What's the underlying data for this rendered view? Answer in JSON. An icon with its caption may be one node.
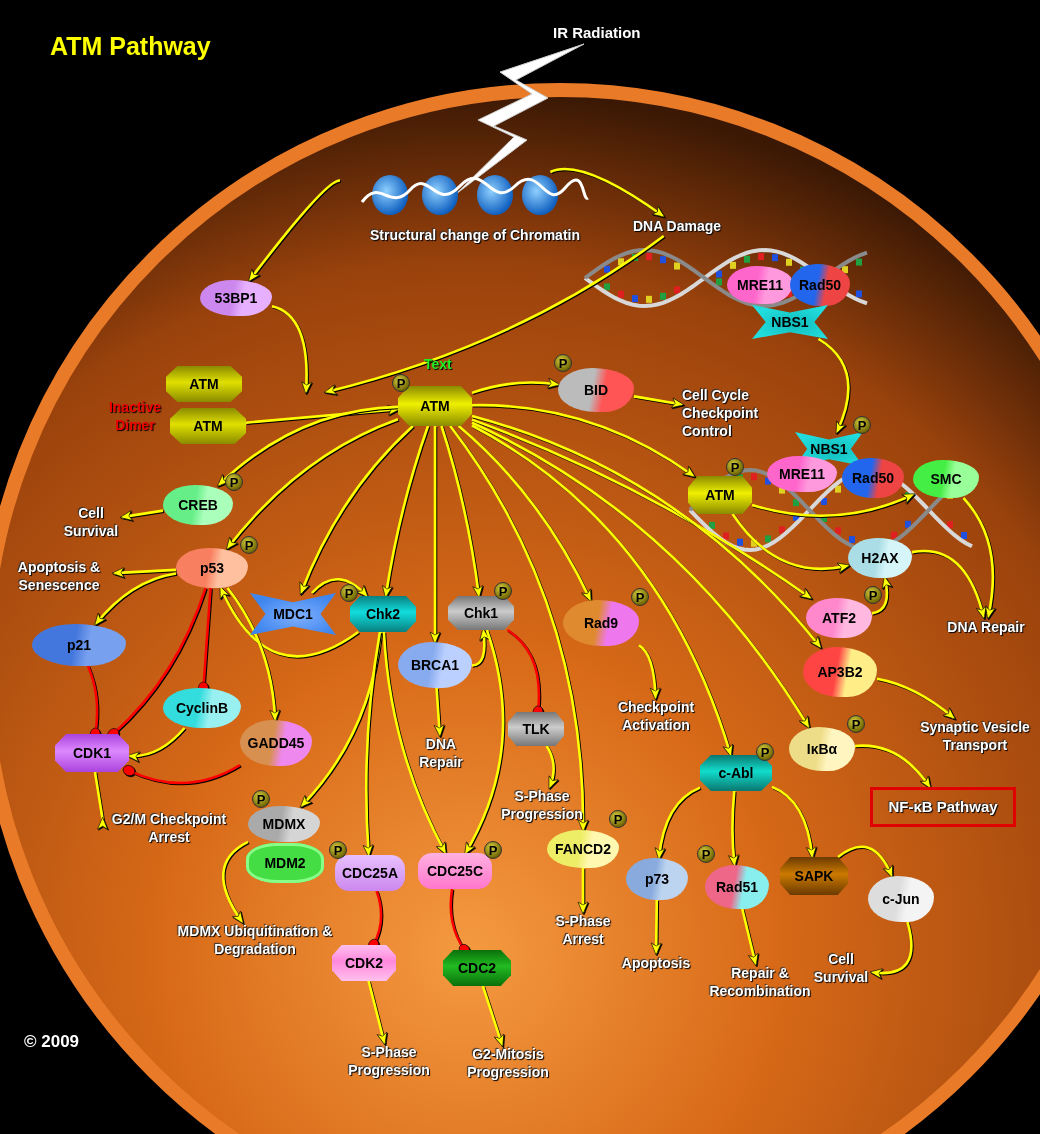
{
  "diagram": {
    "title": "ATM Pathway",
    "nodes": [
      {
        "text": [
          "Structural change of Chromatin"
        ]
      },
      {
        "text": [
          "DNA Damage"
        ]
      },
      {
        "text": [
          "MRE11"
        ]
      },
      {
        "text": [
          "Rad50"
        ]
      },
      {
        "text": [
          "NBS1"
        ]
      },
      {
        "text": [
          "53BP1"
        ]
      },
      {
        "text": [
          "ATM"
        ]
      },
      {
        "text": [
          "ATM"
        ]
      },
      {
        "text": [
          "ATM"
        ],
        "beside": [
          "Text",
          "P"
        ]
      },
      {
        "text": [
          "BID"
        ],
        "beside": [
          "P"
        ]
      },
      {
        "text": [
          "Cell Cycle Checkpoint Control"
        ]
      },
      {
        "text": [
          "NBS1"
        ],
        "beside": [
          "P"
        ]
      },
      {
        "text": [
          "ATM"
        ],
        "beside": [
          "P"
        ]
      },
      {
        "text": [
          "MRE11"
        ]
      },
      {
        "text": [
          "Rad50"
        ]
      },
      {
        "text": [
          "SMC"
        ]
      },
      {
        "text": [
          "CREB"
        ],
        "beside": [
          "P"
        ]
      },
      {
        "text": [
          "Cell Survival"
        ]
      },
      {
        "text": [
          "p53"
        ],
        "beside": [
          "P"
        ]
      },
      {
        "text": [
          "Apoptosis & Senescence"
        ]
      },
      {
        "text": [
          "MDC1"
        ]
      },
      {
        "text": [
          "Chk2"
        ],
        "beside": [
          "P"
        ]
      },
      {
        "text": [
          "Chk1"
        ],
        "beside": [
          "P"
        ]
      },
      {
        "text": [
          "BRCA1"
        ]
      },
      {
        "text": [
          "DNA Repair"
        ]
      },
      {
        "text": [
          "TLK"
        ]
      },
      {
        "text": [
          "Rad9"
        ],
        "beside": [
          "P"
        ]
      },
      {
        "text": [
          "Checkpoint Activation"
        ]
      },
      {
        "text": [
          "H2AX"
        ]
      },
      {
        "text": [
          "ATF2"
        ],
        "beside": [
          "P"
        ]
      },
      {
        "text": [
          "DNA Repair"
        ]
      },
      {
        "text": [
          "AP3B2"
        ]
      },
      {
        "text": [
          "Synaptic Vesicle Transport"
        ]
      },
      {
        "text": [
          "IκBα"
        ],
        "beside": [
          "P"
        ]
      },
      {
        "text": [
          "NF-κB Pathway"
        ]
      },
      {
        "text": [
          "p21"
        ]
      },
      {
        "text": [
          "CyclinB"
        ]
      },
      {
        "text": [
          "CDK1"
        ]
      },
      {
        "text": [
          "GADD45"
        ]
      },
      {
        "text": [
          "G2/M Checkpoint Arrest"
        ]
      },
      {
        "text": [
          "MDMX"
        ],
        "beside": [
          "P"
        ]
      },
      {
        "text": [
          "MDM2"
        ]
      },
      {
        "text": [
          "MDMX Ubiquitination & Degradation"
        ]
      },
      {
        "text": [
          "CDC25A"
        ],
        "beside": [
          "P"
        ]
      },
      {
        "text": [
          "CDC25C"
        ],
        "beside": [
          "P"
        ]
      },
      {
        "text": [
          "CDK2"
        ]
      },
      {
        "text": [
          "CDC2"
        ]
      },
      {
        "text": [
          "S-Phase Progression"
        ]
      },
      {
        "text": [
          "G2-Mitosis Progression"
        ]
      },
      {
        "text": [
          "S-Phase Progression"
        ]
      },
      {
        "text": [
          "FANCD2"
        ],
        "beside": [
          "P"
        ]
      },
      {
        "text": [
          "S-Phase Arrest"
        ]
      },
      {
        "text": [
          "c-Abl"
        ],
        "beside": [
          "P"
        ]
      },
      {
        "text": [
          "p73"
        ]
      },
      {
        "text": [
          "Rad51"
        ],
        "beside": [
          "P"
        ]
      },
      {
        "text": [
          "SAPK"
        ]
      },
      {
        "text": [
          "c-Jun"
        ]
      },
      {
        "text": [
          "Apoptosis"
        ]
      },
      {
        "text": [
          "Repair & Recombination"
        ]
      },
      {
        "text": [
          "Cell Survival"
        ]
      }
    ],
    "edges": [
      {
        "from": 0,
        "to": 1,
        "arrow": "to"
      },
      {
        "from": 0,
        "to": 5,
        "arrow": "to"
      },
      {
        "from": 5,
        "to": null,
        "arrow": "to"
      },
      {
        "from": 1,
        "to": null,
        "arrow": "to"
      },
      {
        "from": 7,
        "to": 8,
        "arrow": "to"
      },
      {
        "from": 8,
        "to": 9,
        "arrow": "to"
      },
      {
        "from": 9,
        "to": 10,
        "arrow": "to"
      },
      {
        "from": 4,
        "to": 11,
        "arrow": "to"
      },
      {
        "from": 8,
        "to": 12,
        "arrow": "to"
      },
      {
        "from": 12,
        "to": 15,
        "arrow": "to"
      },
      {
        "from": 12,
        "to": 28,
        "arrow": "to"
      },
      {
        "from": 28,
        "to": 30,
        "arrow": "to"
      },
      {
        "from": 15,
        "to": 30,
        "arrow": "to"
      },
      {
        "from": 29,
        "to": 28,
        "arrow": "to"
      },
      {
        "from": 8,
        "to": 16,
        "arrow": "to"
      },
      {
        "from": 16,
        "to": 17,
        "arrow": "to"
      },
      {
        "from": 8,
        "to": 18,
        "arrow": "to"
      },
      {
        "from": 18,
        "to": 19,
        "arrow": "to"
      },
      {
        "from": 8,
        "to": 20,
        "arrow": "to"
      },
      {
        "from": 8,
        "to": 21,
        "arrow": "to"
      },
      {
        "from": 8,
        "to": 23,
        "arrow": "to"
      },
      {
        "from": 8,
        "to": 22,
        "arrow": "to"
      },
      {
        "from": 8,
        "to": 26,
        "arrow": "to"
      },
      {
        "from": 8,
        "to": 29,
        "arrow": "to"
      },
      {
        "from": 8,
        "to": 31,
        "arrow": "to"
      },
      {
        "from": 8,
        "to": 33,
        "arrow": "to"
      },
      {
        "from": 8,
        "to": 52,
        "arrow": "to"
      },
      {
        "from": 8,
        "to": 50,
        "arrow": "to"
      },
      {
        "from": 20,
        "to": 21,
        "arrow": "to"
      },
      {
        "from": 23,
        "to": 22,
        "arrow": "to"
      },
      {
        "from": 23,
        "to": 24,
        "arrow": "to"
      },
      {
        "from": 22,
        "to": 25,
        "arrow": "other",
        "color": "#ff0000"
      },
      {
        "from": 25,
        "to": 49,
        "arrow": "to"
      },
      {
        "from": 22,
        "to": 44,
        "arrow": "to"
      },
      {
        "from": 21,
        "to": 18,
        "arrow": "to"
      },
      {
        "from": 21,
        "to": 40,
        "arrow": "to"
      },
      {
        "from": 21,
        "to": 43,
        "arrow": "to"
      },
      {
        "from": 21,
        "to": 44,
        "arrow": "to"
      },
      {
        "from": 18,
        "to": 35,
        "arrow": "to"
      },
      {
        "from": 18,
        "to": 37,
        "arrow": "other",
        "color": "#ff0000"
      },
      {
        "from": 18,
        "to": 36,
        "arrow": "other",
        "color": "#ff0000"
      },
      {
        "from": 18,
        "to": 38,
        "arrow": "to"
      },
      {
        "from": 35,
        "to": 37,
        "arrow": "other",
        "color": "#ff0000"
      },
      {
        "from": 36,
        "to": 37,
        "arrow": "to"
      },
      {
        "from": 38,
        "to": 37,
        "arrow": "other",
        "color": "#ff0000"
      },
      {
        "from": 37,
        "to": 39,
        "arrow": "to"
      },
      {
        "from": 40,
        "to": 42,
        "arrow": "to"
      },
      {
        "from": 43,
        "to": 45,
        "arrow": "other",
        "color": "#ff0000"
      },
      {
        "from": 44,
        "to": 46,
        "arrow": "other",
        "color": "#ff0000"
      },
      {
        "from": 45,
        "to": 47,
        "arrow": "to"
      },
      {
        "from": 46,
        "to": 48,
        "arrow": "to"
      },
      {
        "from": 50,
        "to": 51,
        "arrow": "to"
      },
      {
        "from": 26,
        "to": 27,
        "arrow": "to"
      },
      {
        "from": 31,
        "to": 32,
        "arrow": "to"
      },
      {
        "from": 33,
        "to": 34,
        "arrow": "to"
      },
      {
        "from": 52,
        "to": 53,
        "arrow": "to"
      },
      {
        "from": 52,
        "to": 54,
        "arrow": "to"
      },
      {
        "from": 52,
        "to": 55,
        "arrow": "to"
      },
      {
        "from": 53,
        "to": 57,
        "arrow": "to"
      },
      {
        "from": 54,
        "to": 58,
        "arrow": "to"
      },
      {
        "from": 55,
        "to": 56,
        "arrow": "to"
      },
      {
        "from": 56,
        "to": 59,
        "arrow": "to"
      }
    ],
    "labels": [
      "IR Radiation",
      "Inactive Dimer",
      "© 2009"
    ]
  }
}
